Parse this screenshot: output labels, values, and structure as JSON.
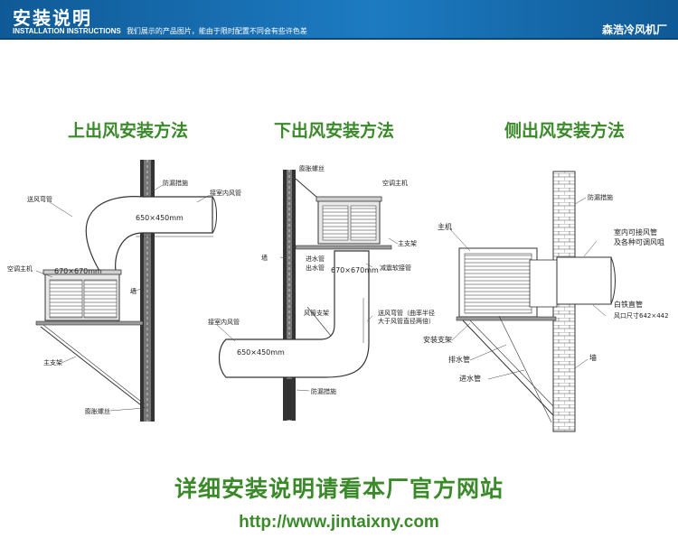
{
  "header": {
    "title": "安装说明",
    "subtitle": "INSTALLATION INSTRUCTIONS",
    "note": "我们展示的产品图片，能由于限时配置不同会有些许色差",
    "brand": "森浩冷风机厂"
  },
  "sections": [
    {
      "title": "上出风安装方法",
      "labels": {
        "pipe": "送风弯管",
        "unit": "空调主机",
        "unit_size": "670×670mm",
        "duct_size": "650×450mm",
        "rain": "防漏措施",
        "indoor": "接室内风管",
        "wall": "墙",
        "bracket": "主支架",
        "bolt": "膨胀螺丝"
      }
    },
    {
      "title": "下出风安装方法",
      "labels": {
        "bolt": "膨胀螺丝",
        "unit": "空调主机",
        "wall": "墙",
        "bracket": "主支架",
        "inlet": "进水管",
        "outlet": "出水管",
        "unit_size": "670×670mm",
        "damper": "减震软接管",
        "duct_support": "风管支架",
        "pipe": "送风弯管（曲率半径",
        "pipe_note": "大于风管直径两倍）",
        "indoor": "接室内风管",
        "duct_size": "650×450mm",
        "rain": "防漏措施"
      }
    },
    {
      "title": "侧出风安装方法",
      "labels": {
        "rain": "防漏措施",
        "unit": "主机",
        "indoor": "室内可接风管",
        "indoor2": "及各种可调风咀",
        "pipe": "白铁直管",
        "pipe_size": "风口尺寸642×442",
        "bracket": "安装支架",
        "drain": "排水管",
        "inlet": "进水管",
        "wall": "墙"
      }
    }
  ],
  "footer": {
    "main": "详细安装说明请看本厂官方网站",
    "url": "http://www.jintaixny.com"
  },
  "colors": {
    "header_bg": "#1d7bc2",
    "title_green": "#3b8a2a"
  }
}
